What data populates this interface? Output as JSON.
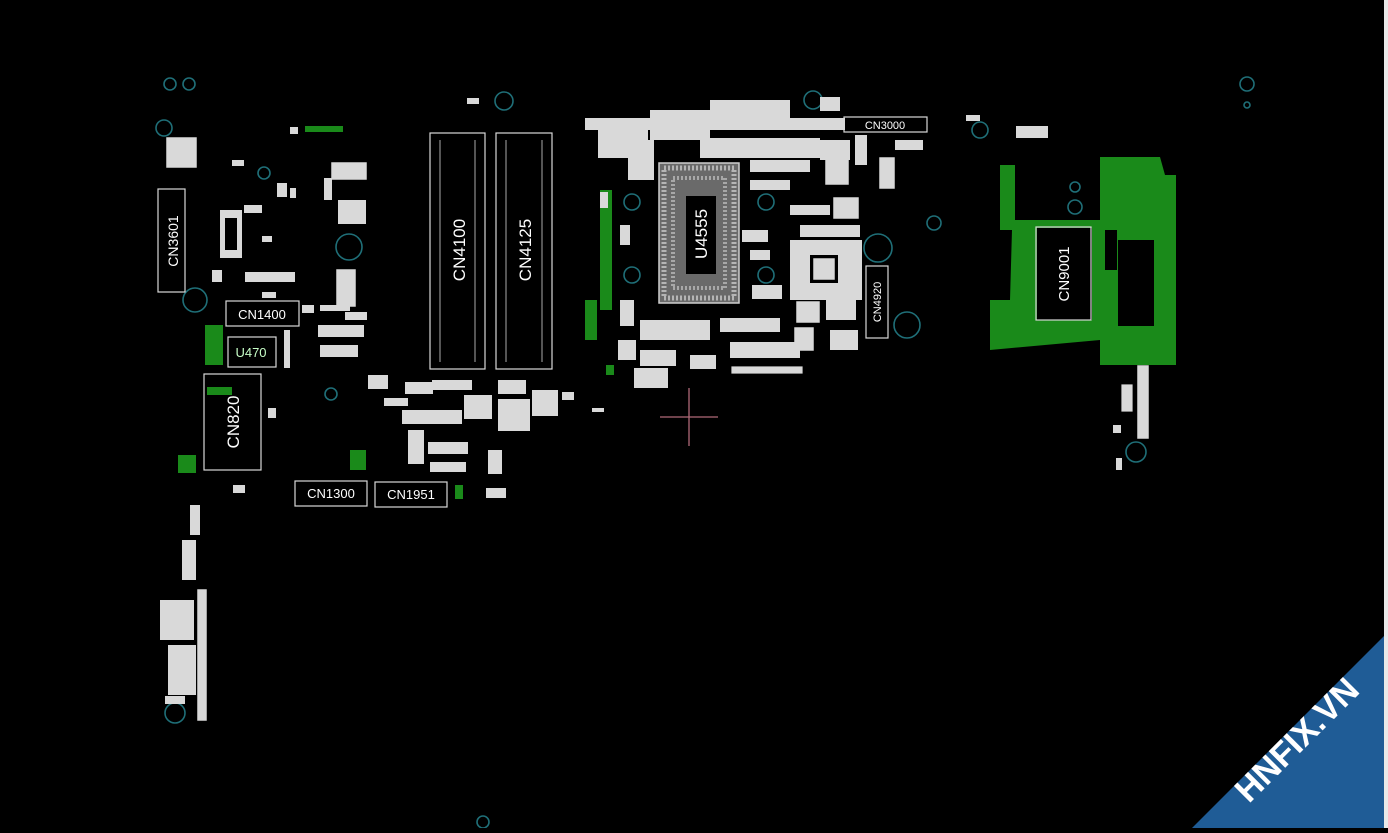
{
  "viewer": {
    "background": "#000000",
    "pad_color": "#d9d9d9",
    "copper_color": "#1a8a1a",
    "via_color": "#1f6f78",
    "cursor_color": "#b06a78",
    "cursor_icon": "crosshair-cursor-icon"
  },
  "components": {
    "cn3601": "CN3601",
    "cn1400": "CN1400",
    "u470": "U470",
    "cn820": "CN820",
    "cn1300": "CN1300",
    "cn1951": "CN1951",
    "cn4100": "CN4100",
    "cn4125": "CN4125",
    "u4555": "U4555",
    "cn3000": "CN3000",
    "cn4920": "CN4920",
    "cn9001": "CN9001"
  },
  "watermark": {
    "text": "HNFIX.VN",
    "band_color": "#1f5c96"
  }
}
